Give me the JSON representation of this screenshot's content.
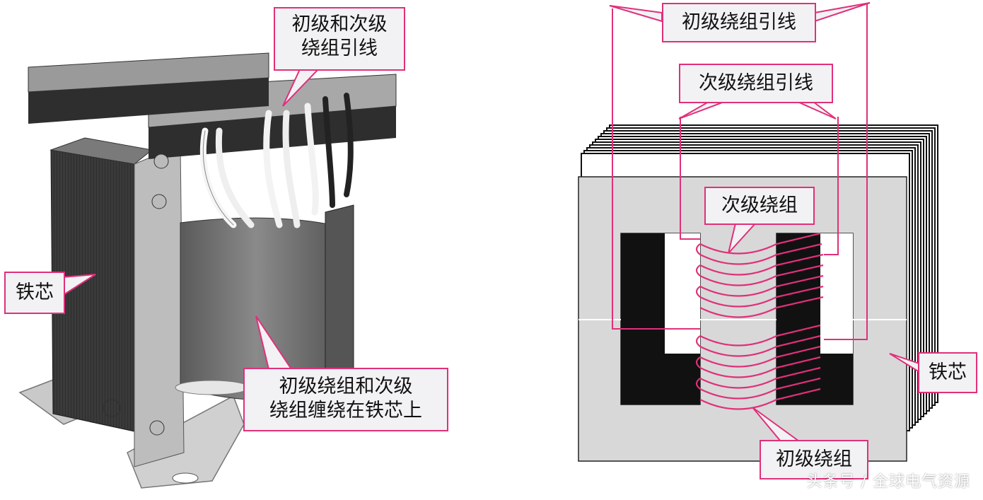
{
  "left_photo": {
    "labels": {
      "leads": [
        "初级和次级",
        "绕组引线"
      ],
      "core": "铁芯",
      "windings": [
        "初级绕组和次级",
        "绕组缠绕在铁芯上"
      ]
    }
  },
  "right_diagram": {
    "labels": {
      "primary_leads": "初级绕组引线",
      "secondary_leads": "次级绕组引线",
      "secondary_winding": "次级绕组",
      "core": "铁芯",
      "primary_winding": "初级绕组"
    }
  },
  "watermark": "头条号 / 全球电气资源",
  "colors": {
    "accent": "#e0307a",
    "callout_bg": "#f2f2f4",
    "core_face": "#d8d8d8",
    "lamination": "#1a1a1a"
  }
}
